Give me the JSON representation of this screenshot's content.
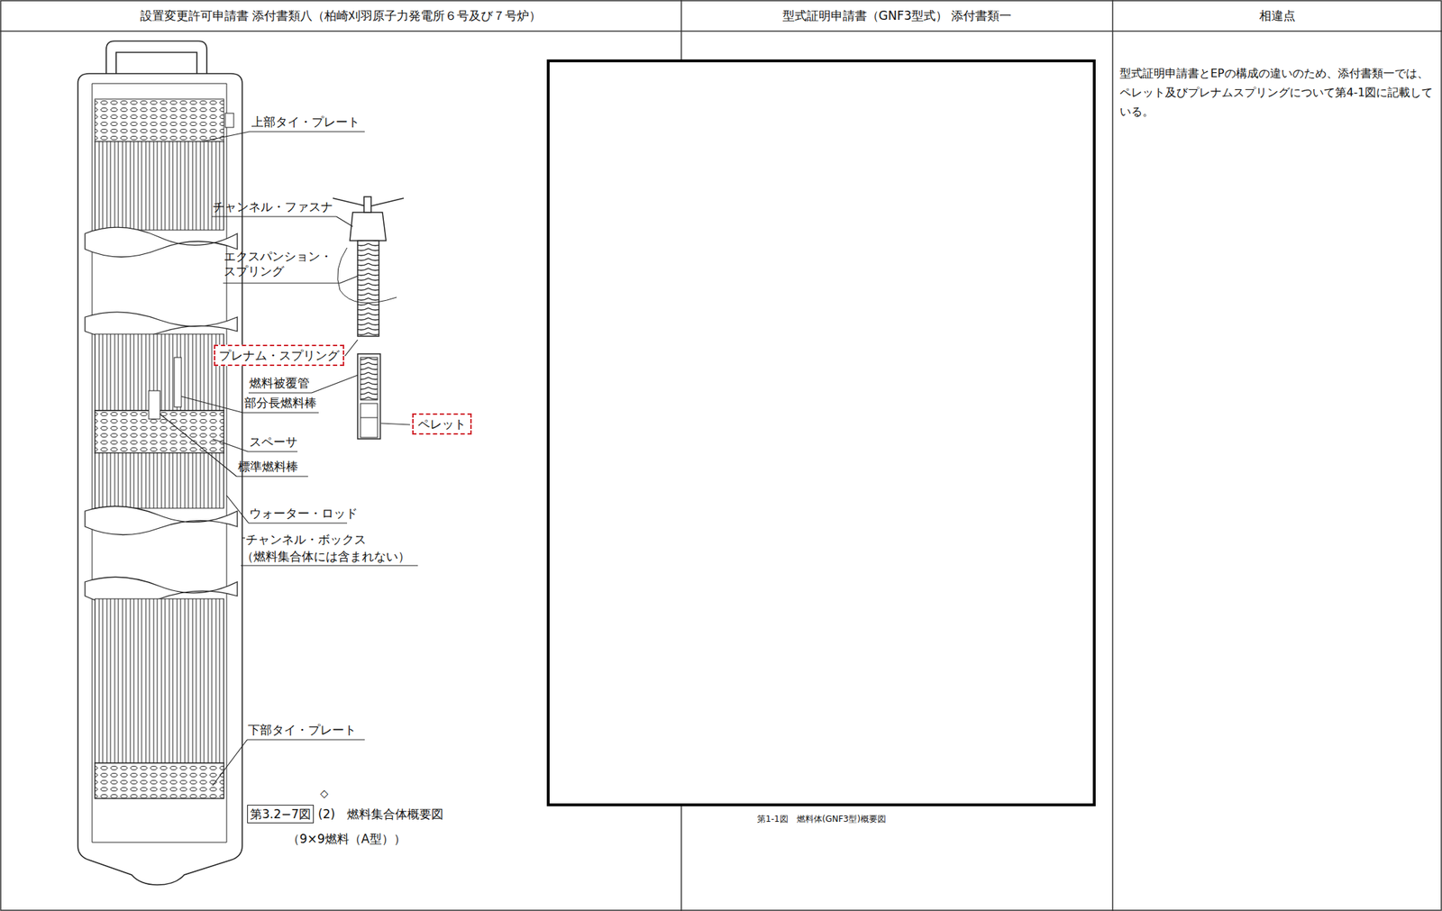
{
  "diagram": {
    "nodes": [
      {
        "text": [
          "設置変更許可申請書 添付書類八（柏崎刈羽原子力発電所６号及び７号炉）"
        ]
      },
      {
        "text": [
          "型式証明申請書（GNF3型式） 添付書類一"
        ]
      },
      {
        "text": [
          "相違点"
        ]
      },
      {
        "text": [
          "型式証明申請書とEPの構成の違いのため、添付書類一では、ペレット及びプレナムスプリングについて第4-1図に記載している。"
        ]
      },
      {
        "text": [
          "プレナム・スプリング"
        ]
      },
      {
        "text": [
          "ペレット"
        ]
      },
      {
        "text": [
          "第3.2−7図"
        ]
      }
    ],
    "labels": [
      "上部タイ・プレート",
      "チャンネル・ファスナ",
      "エクスパンション・スプリング",
      "燃料被覆管",
      "部分長燃料棒",
      "スペーサ",
      "標準燃料棒",
      "ウォーター・ロッド",
      "チャンネル・ボックス",
      "（燃料集合体には含まれない）",
      "下部タイ・プレート",
      "◇",
      "(2)　燃料集合体概要図",
      "（9×9燃料（A型））",
      "第1-1図　燃料体(GNF3型)概要図"
    ]
  }
}
